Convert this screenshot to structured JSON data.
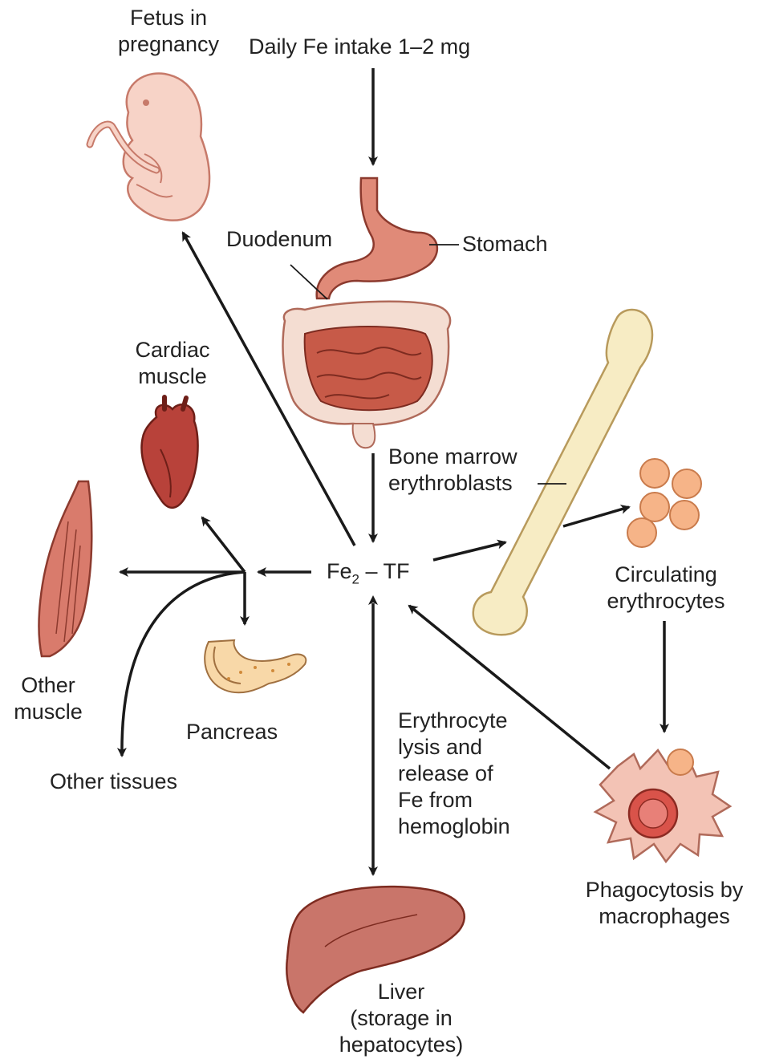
{
  "labels": {
    "fetus": [
      "Fetus in",
      "pregnancy"
    ],
    "intake": "Daily Fe intake 1–2 mg",
    "duodenum": "Duodenum",
    "stomach": "Stomach",
    "cardiac": [
      "Cardiac",
      "muscle"
    ],
    "bone_marrow": [
      "Bone marrow",
      "erythroblasts"
    ],
    "center": {
      "main": "Fe",
      "sub": "2",
      "rest": " – TF"
    },
    "other_muscle": [
      "Other",
      "muscle"
    ],
    "circulating": [
      "Circulating",
      "erythrocytes"
    ],
    "pancreas": "Pancreas",
    "other_tissues": "Other tissues",
    "lysis": [
      "Erythrocyte",
      "lysis and",
      "release of",
      "Fe from",
      "hemoglobin"
    ],
    "phagocytosis": [
      "Phagocytosis by",
      "macrophages"
    ],
    "liver": [
      "Liver",
      "(storage in",
      "hepatocytes)"
    ]
  },
  "icons": [
    "fetus-icon",
    "stomach-icon",
    "intestine-icon",
    "heart-icon",
    "muscle-icon",
    "pancreas-icon",
    "bone-icon",
    "erythrocytes-icon",
    "macrophage-icon",
    "liver-icon"
  ],
  "colors": {
    "arrow": "#1a1a1a",
    "organ_red": "#b8423a",
    "skin": "#f6d2c6",
    "bone": "#f7ecc4",
    "cell": "#f6b488"
  }
}
